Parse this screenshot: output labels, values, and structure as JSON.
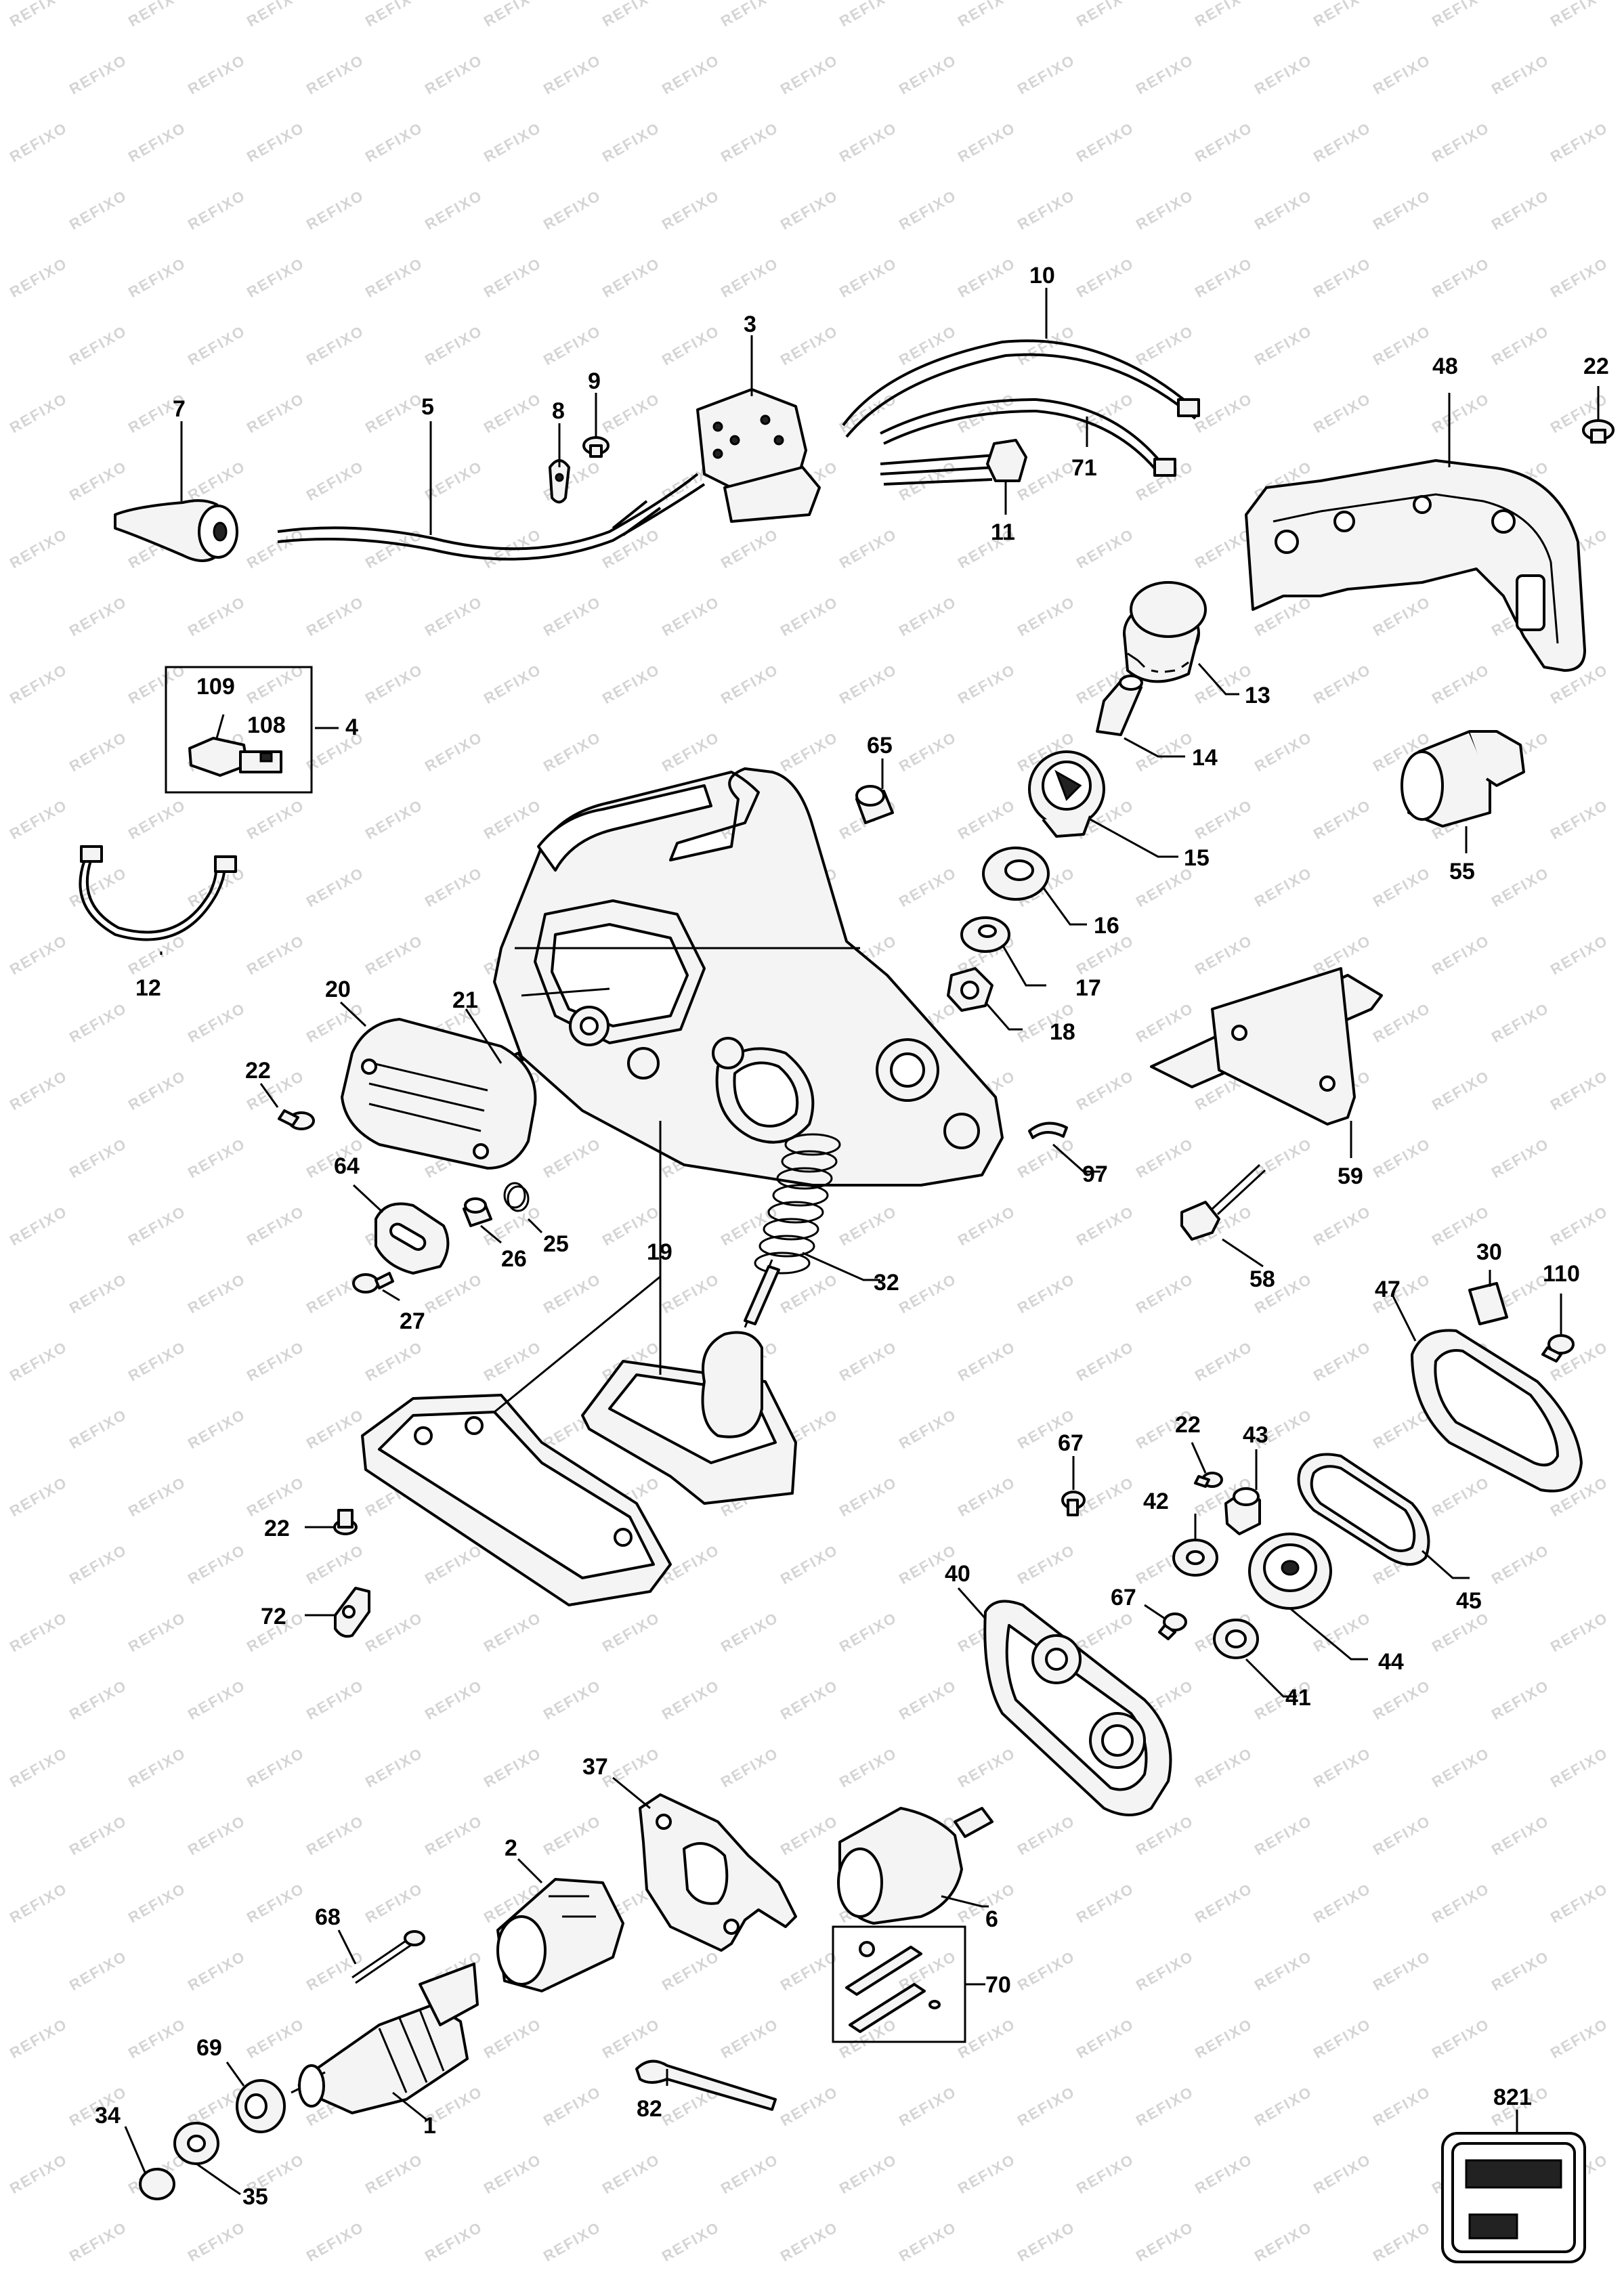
{
  "watermark": "REFIXO",
  "part_labels": {
    "p1": "1",
    "p2": "2",
    "p3": "3",
    "p4": "4",
    "p5": "5",
    "p6": "6",
    "p7": "7",
    "p8": "8",
    "p9": "9",
    "p10": "10",
    "p11": "11",
    "p12": "12",
    "p13": "13",
    "p14": "14",
    "p15": "15",
    "p16": "16",
    "p17": "17",
    "p18": "18",
    "p19": "19",
    "p20": "20",
    "p21": "21",
    "p22a": "22",
    "p22b": "22",
    "p22c": "22",
    "p22d": "22",
    "p25": "25",
    "p26": "26",
    "p27": "27",
    "p30": "30",
    "p32": "32",
    "p34": "34",
    "p35": "35",
    "p37": "37",
    "p40": "40",
    "p41": "41",
    "p42": "42",
    "p43": "43",
    "p44": "44",
    "p45": "45",
    "p47": "47",
    "p48": "48",
    "p55": "55",
    "p58": "58",
    "p59": "59",
    "p64": "64",
    "p65": "65",
    "p67a": "67",
    "p67b": "67",
    "p68": "68",
    "p69": "69",
    "p70": "70",
    "p71": "71",
    "p72": "72",
    "p82": "82",
    "p97": "97",
    "p108": "108",
    "p109": "109",
    "p110": "110",
    "p821": "821"
  }
}
